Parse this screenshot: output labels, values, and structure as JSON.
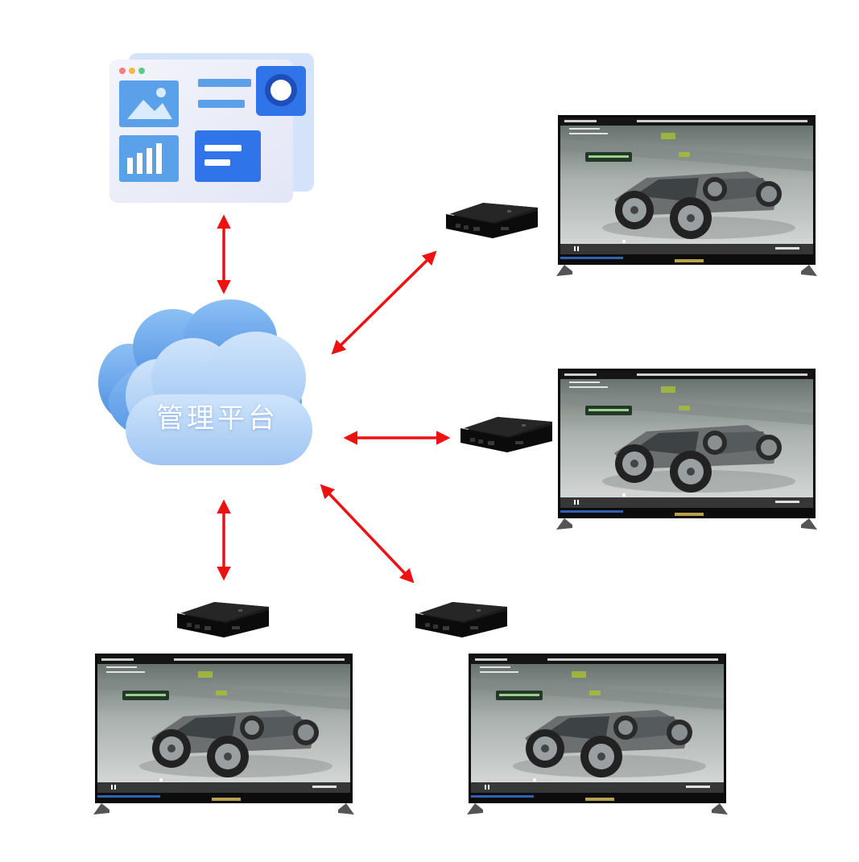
{
  "platform": {
    "label": "管理平台"
  },
  "colors": {
    "arrow": "#ee1111",
    "cloud": "#6fa8ec",
    "screen_bezel": "#0c0c0c",
    "box": "#161616",
    "dashboard_blue": "#2f74e8"
  },
  "nodes": {
    "dashboard_icon": "dashboard-window-icon",
    "media_player_count": 4,
    "display_count": 4
  }
}
